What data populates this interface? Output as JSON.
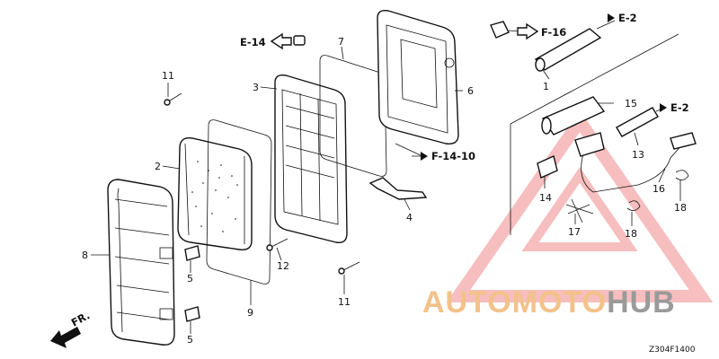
{
  "diagram": {
    "parts": {
      "p1": "1",
      "p2": "2",
      "p3": "3",
      "p4": "4",
      "p5a": "5",
      "p5b": "5",
      "p6": "6",
      "p7": "7",
      "p8": "8",
      "p9": "9",
      "p11a": "11",
      "p11b": "11",
      "p12": "12",
      "p13": "13",
      "p14": "14",
      "p15": "15",
      "p16": "16",
      "p17": "17",
      "p18a": "18",
      "p18b": "18"
    },
    "refs": {
      "e14": "E-14",
      "f16": "F-16",
      "e2_top": "E-2",
      "e2_right": "E-2",
      "f1410": "F-14-10"
    },
    "front_label": "FR.",
    "diagram_code": "Z304F1400",
    "watermark": {
      "part_a": "AUTOMOTO",
      "part_b": "HUB"
    },
    "colors": {
      "line": "#111111",
      "watermark_red": "#f08a8a",
      "watermark_orange": "#f3c28a",
      "watermark_grey": "#9a9a9a"
    }
  }
}
